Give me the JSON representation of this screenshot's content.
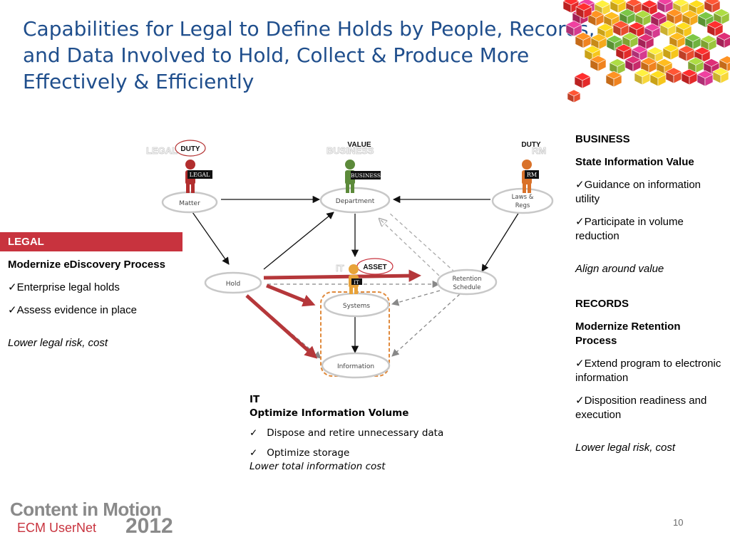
{
  "slide": {
    "title_lines": [
      "Capabilities for Legal to Define Holds by People, Records,",
      "and Data Involved to Hold, Collect & Produce More",
      "Effectively & Efficiently"
    ],
    "page_number": "10"
  },
  "diagram": {
    "roles": [
      {
        "id": "legal",
        "background_label": "LEGAL",
        "callout": "DUTY",
        "badge": "LEGAL",
        "color": "#b22e2e"
      },
      {
        "id": "business",
        "background_label": "BUSINESS",
        "callout": "VALUE",
        "badge": "BUSINESS",
        "color": "#5c8a3a"
      },
      {
        "id": "rm",
        "background_label": "RM",
        "callout": "DUTY",
        "badge": "RM",
        "color": "#d9722a"
      },
      {
        "id": "it",
        "background_label": "IT",
        "callout": "ASSET",
        "badge": "IT",
        "color": "#e8a33a"
      }
    ],
    "nodes": {
      "matter": "Matter",
      "department": "Department",
      "laws_regs_1": "Laws &",
      "laws_regs_2": "Regs",
      "hold": "Hold",
      "retention_1": "Retention",
      "retention_2": "Schedule",
      "systems": "Systems",
      "information": "Information"
    }
  },
  "legal_panel": {
    "header": "LEGAL",
    "subheader": "Modernize eDiscovery Process",
    "bullets": [
      "✓Enterprise legal holds",
      "✓Assess evidence in place"
    ],
    "outcome": "Lower legal risk, cost"
  },
  "business_panel": {
    "header": "BUSINESS",
    "subheader": "State Information Value",
    "bullets": [
      "✓Guidance on information utility",
      "✓Participate in volume reduction"
    ],
    "outcome": "Align around value"
  },
  "records_panel": {
    "header": "RECORDS",
    "subheader": "Modernize Retention Process",
    "bullets": [
      "✓Extend program to electronic information",
      "✓Disposition readiness and execution"
    ],
    "outcome": "Lower legal risk, cost"
  },
  "it_panel": {
    "header": "IT",
    "subheader": "Optimize Information Volume",
    "bullets": [
      "Dispose and retire unnecessary data",
      "Optimize storage"
    ],
    "outcome": "Lower total information cost"
  },
  "logo": {
    "main": "Content in Motion",
    "sub": "ECM UserNet",
    "year": "2012"
  }
}
